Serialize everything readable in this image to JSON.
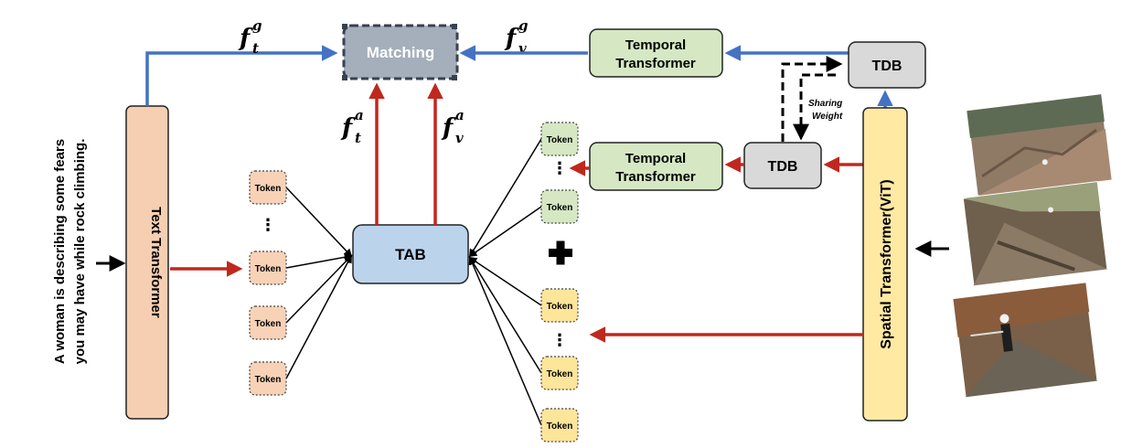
{
  "caption": {
    "line1": "A woman is describing some fears",
    "line2": "you may have while rock climbing."
  },
  "blocks": {
    "text_transformer": "Text Transformer",
    "matching": "Matching",
    "tab": "TAB",
    "temporal_transformer_top_1": "Temporal",
    "temporal_transformer_top_2": "Transformer",
    "temporal_transformer_mid_1": "Temporal",
    "temporal_transformer_mid_2": "Transformer",
    "tdb_top": "TDB",
    "tdb_mid": "TDB",
    "spatial_transformer": "Spatial Transformer(ViT)"
  },
  "sharing": {
    "line1": "Sharing",
    "line2": "Weight"
  },
  "features": {
    "f_t_g": {
      "base": "f",
      "sub": "t",
      "sup": "g"
    },
    "f_v_g": {
      "base": "f",
      "sub": "v",
      "sup": "g"
    },
    "f_t_a": {
      "base": "f",
      "sub": "t",
      "sup": "a"
    },
    "f_v_a": {
      "base": "f",
      "sub": "v",
      "sup": "a"
    }
  },
  "tokens": {
    "label": "Token",
    "ellipsis": "⋮"
  },
  "colors": {
    "blue_arrow": "#4472c4",
    "red_arrow": "#c0281e",
    "text_transformer_fill": "#f6cfb2",
    "spatial_fill": "#ffe9a3",
    "tab_fill": "#bcd3ec",
    "matching_fill": "#a5aebb",
    "temporal_fill": "#d5e8c3",
    "tdb_fill": "#d9d9d9",
    "text_token_fill": "#f8d2b6",
    "video_token_top_fill": "#d5e8c3",
    "video_token_bottom_fill": "#fde59a"
  }
}
